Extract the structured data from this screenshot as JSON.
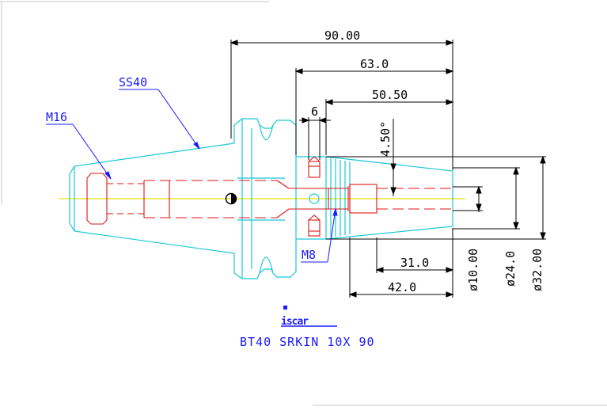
{
  "drawing": {
    "dimensions": {
      "overall_length": "90.00",
      "length_63": "63.0",
      "length_50": "50.50",
      "length_6": "6",
      "angle": "4.50°",
      "length_31": "31.0",
      "length_42": "42.0",
      "dia_10": "ø10.00",
      "dia_24": "ø24.0",
      "dia_32": "ø32.00"
    },
    "callouts": {
      "taper": "SS40",
      "thread_back": "M16",
      "thread_screw": "M8"
    },
    "logo": "iscar",
    "caption": "BT40  SRKIN  10X  90"
  },
  "colors": {
    "body_outline": "#19c8d8",
    "hidden_lines": "#e01515",
    "center_line": "#e8e000",
    "callouts": "#1a1aff",
    "dimensions": "#000000"
  }
}
